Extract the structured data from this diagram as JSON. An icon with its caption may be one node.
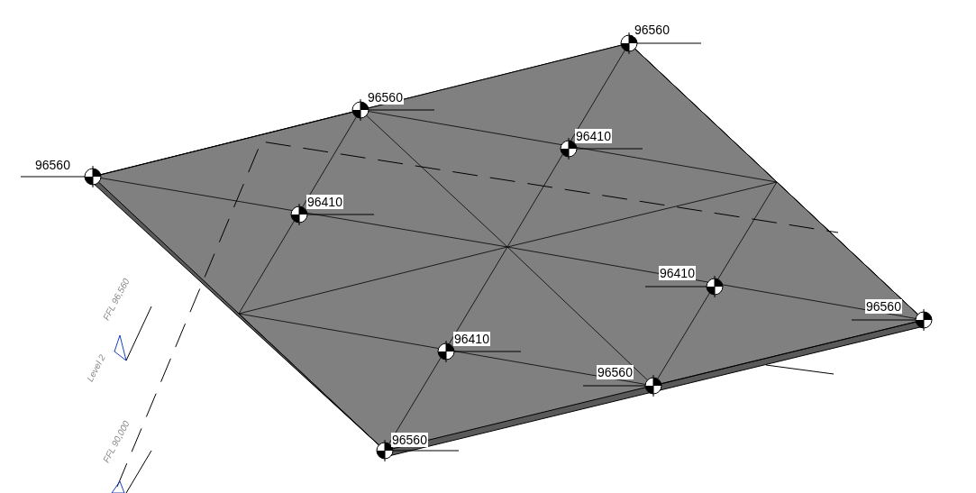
{
  "diagram": {
    "labels": [
      "96560",
      "96560",
      "96410",
      "96560",
      "96410",
      "96410",
      "96560",
      "96410",
      "96560",
      "96560",
      "FFL 96,560",
      "Level 2",
      "FFL 90,000"
    ]
  }
}
